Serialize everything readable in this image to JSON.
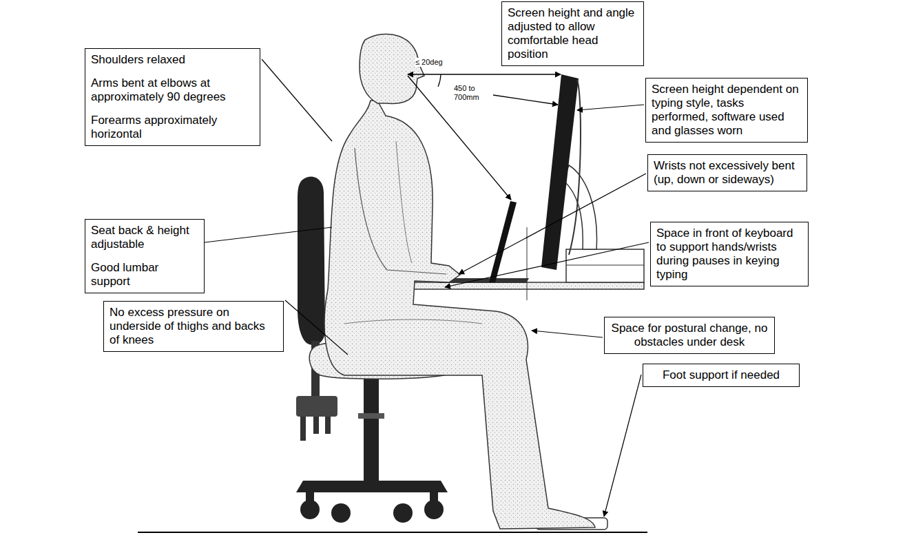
{
  "diagram": {
    "nodes": [
      {
        "text": [
          "Screen height and angle adjusted to allow comfortable head position"
        ]
      },
      {
        "text": [
          "Shoulders relaxed",
          "Arms bent at elbows at approximately 90 degrees",
          "Forearms approximately horizontal"
        ]
      },
      {
        "text": [
          "Screen height dependent on typing style, tasks performed, software used and glasses worn"
        ]
      },
      {
        "text": [
          "Wrists not excessively bent (up, down or sideways)"
        ]
      },
      {
        "text": [
          "Seat back & height adjustable",
          "Good lumbar support"
        ]
      },
      {
        "text": [
          "Space in front of keyboard to support hands/wrists during pauses in keying typing"
        ]
      },
      {
        "text": [
          "No excess pressure on underside of thighs and backs of knees"
        ]
      },
      {
        "text": [
          "Space for postural change, no obstacles under desk"
        ]
      },
      {
        "text": [
          "Foot support if needed"
        ]
      }
    ],
    "labels": [
      "≤ 20deg",
      "450 to 700mm"
    ]
  }
}
